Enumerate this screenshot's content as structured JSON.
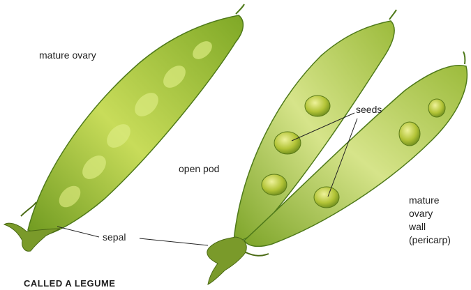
{
  "labels": {
    "mature_ovary": "mature ovary",
    "seeds": "seeds",
    "open_pod": "open pod",
    "sepal": "sepal",
    "wall_line1": "mature",
    "wall_line2": "ovary",
    "wall_line3": "wall",
    "wall_line4": "(pericarp)"
  },
  "caption": "CALLED A LEGUME",
  "colors": {
    "pod_light": "#d9e87a",
    "pod_mid": "#9fbf2e",
    "pod_dark": "#4f7a1a",
    "seed": "#b6c63c",
    "leader_line": "#222222"
  }
}
